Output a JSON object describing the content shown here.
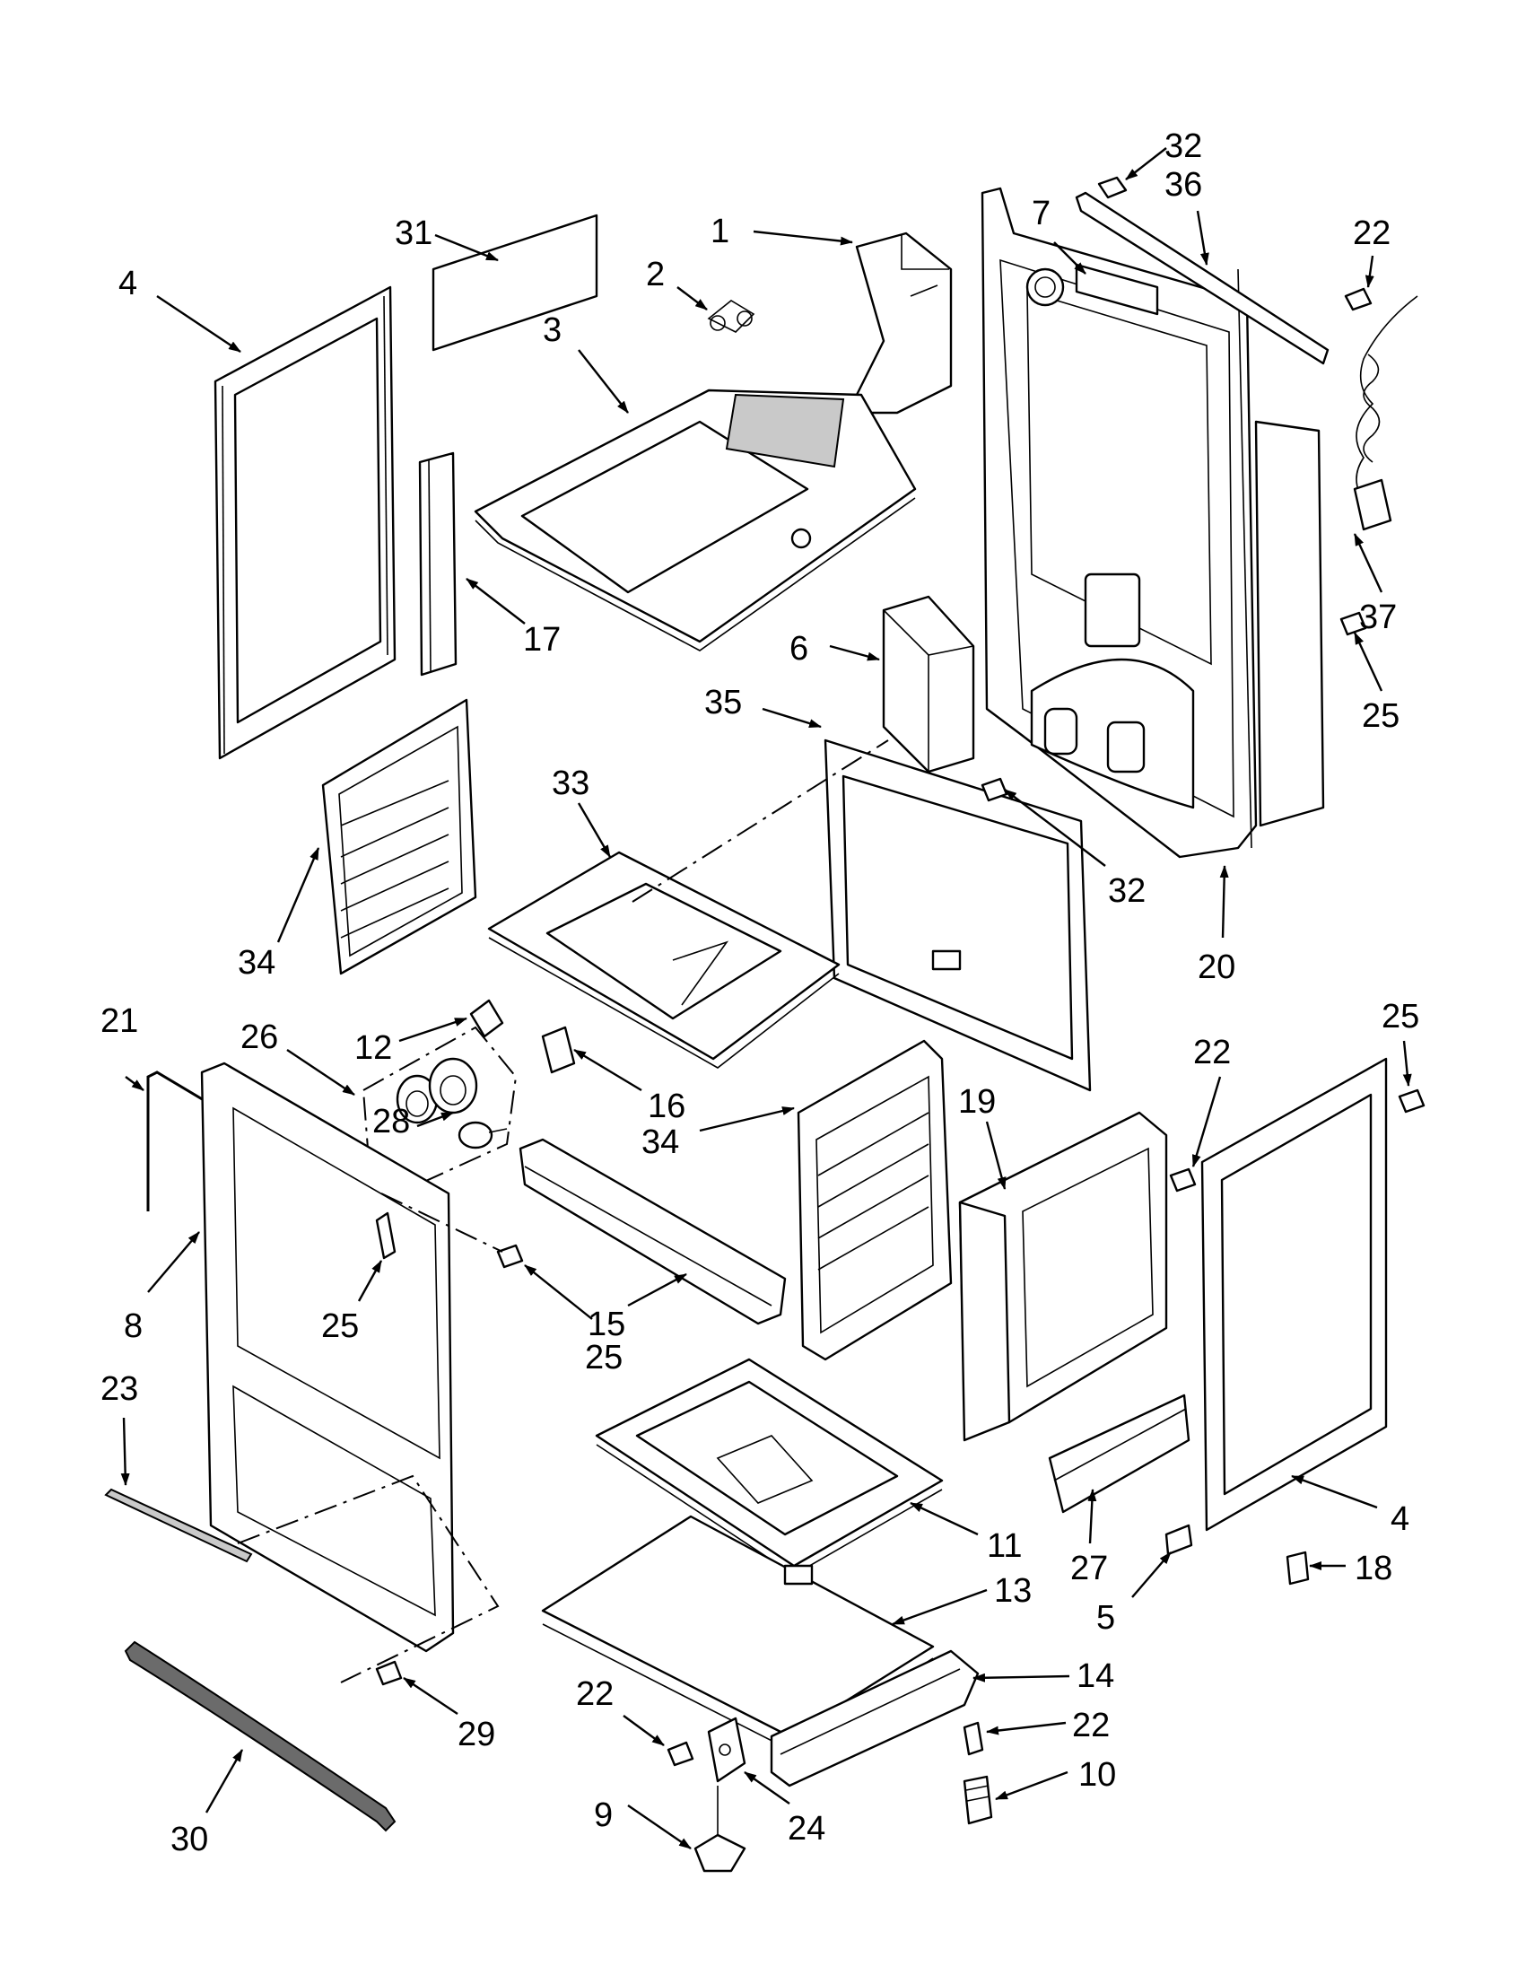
{
  "callouts": [
    {
      "id": "c1",
      "label": "1"
    },
    {
      "id": "c2",
      "label": "2"
    },
    {
      "id": "c3",
      "label": "3"
    },
    {
      "id": "c4a",
      "label": "4"
    },
    {
      "id": "c4b",
      "label": "4"
    },
    {
      "id": "c5",
      "label": "5"
    },
    {
      "id": "c6",
      "label": "6"
    },
    {
      "id": "c7",
      "label": "7"
    },
    {
      "id": "c8",
      "label": "8"
    },
    {
      "id": "c9",
      "label": "9"
    },
    {
      "id": "c10",
      "label": "10"
    },
    {
      "id": "c11",
      "label": "11"
    },
    {
      "id": "c12",
      "label": "12"
    },
    {
      "id": "c13",
      "label": "13"
    },
    {
      "id": "c14",
      "label": "14"
    },
    {
      "id": "c15",
      "label": "15"
    },
    {
      "id": "c16",
      "label": "16"
    },
    {
      "id": "c17",
      "label": "17"
    },
    {
      "id": "c18",
      "label": "18"
    },
    {
      "id": "c19",
      "label": "19"
    },
    {
      "id": "c20",
      "label": "20"
    },
    {
      "id": "c21",
      "label": "21"
    },
    {
      "id": "c22a",
      "label": "22"
    },
    {
      "id": "c22b",
      "label": "22"
    },
    {
      "id": "c22c",
      "label": "22"
    },
    {
      "id": "c22d",
      "label": "22"
    },
    {
      "id": "c23",
      "label": "23"
    },
    {
      "id": "c24",
      "label": "24"
    },
    {
      "id": "c25a",
      "label": "25"
    },
    {
      "id": "c25b",
      "label": "25"
    },
    {
      "id": "c25c",
      "label": "25"
    },
    {
      "id": "c25d",
      "label": "25"
    },
    {
      "id": "c26",
      "label": "26"
    },
    {
      "id": "c27",
      "label": "27"
    },
    {
      "id": "c28",
      "label": "28"
    },
    {
      "id": "c29",
      "label": "29"
    },
    {
      "id": "c30",
      "label": "30"
    },
    {
      "id": "c31",
      "label": "31"
    },
    {
      "id": "c32a",
      "label": "32"
    },
    {
      "id": "c32b",
      "label": "32"
    },
    {
      "id": "c33",
      "label": "33"
    },
    {
      "id": "c34a",
      "label": "34"
    },
    {
      "id": "c34b",
      "label": "34"
    },
    {
      "id": "c35",
      "label": "35"
    },
    {
      "id": "c36",
      "label": "36"
    },
    {
      "id": "c37",
      "label": "37"
    }
  ]
}
